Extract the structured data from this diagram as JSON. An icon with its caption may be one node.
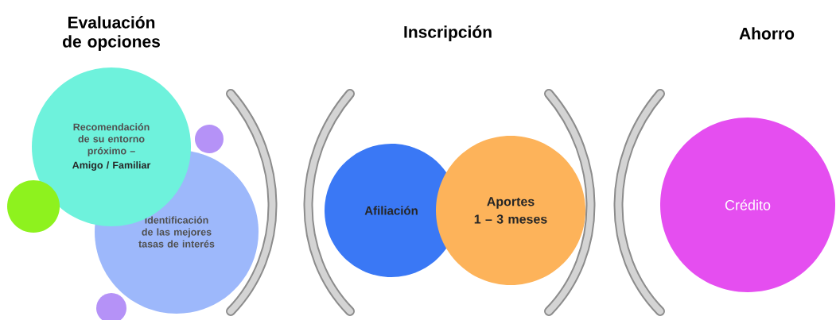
{
  "diagram": {
    "nodes": [
      {
        "text": [
          "Recomendación de su entorno próximo –",
          "Amigo / Familiar"
        ]
      },
      {
        "text": [
          "Identificación de las mejores tasas de interés"
        ]
      },
      {
        "text": [
          "Afiliación"
        ]
      },
      {
        "text": [
          "Aportes",
          "1 – 3 meses"
        ]
      },
      {
        "text": [
          "Crédito"
        ]
      },
      {
        "text": [],
        "shape": "circle"
      },
      {
        "text": [],
        "shape": "circle"
      },
      {
        "text": [],
        "shape": "circle"
      }
    ],
    "labels": [
      "Evaluación de opciones",
      "Inscripción",
      "Ahorro"
    ]
  }
}
